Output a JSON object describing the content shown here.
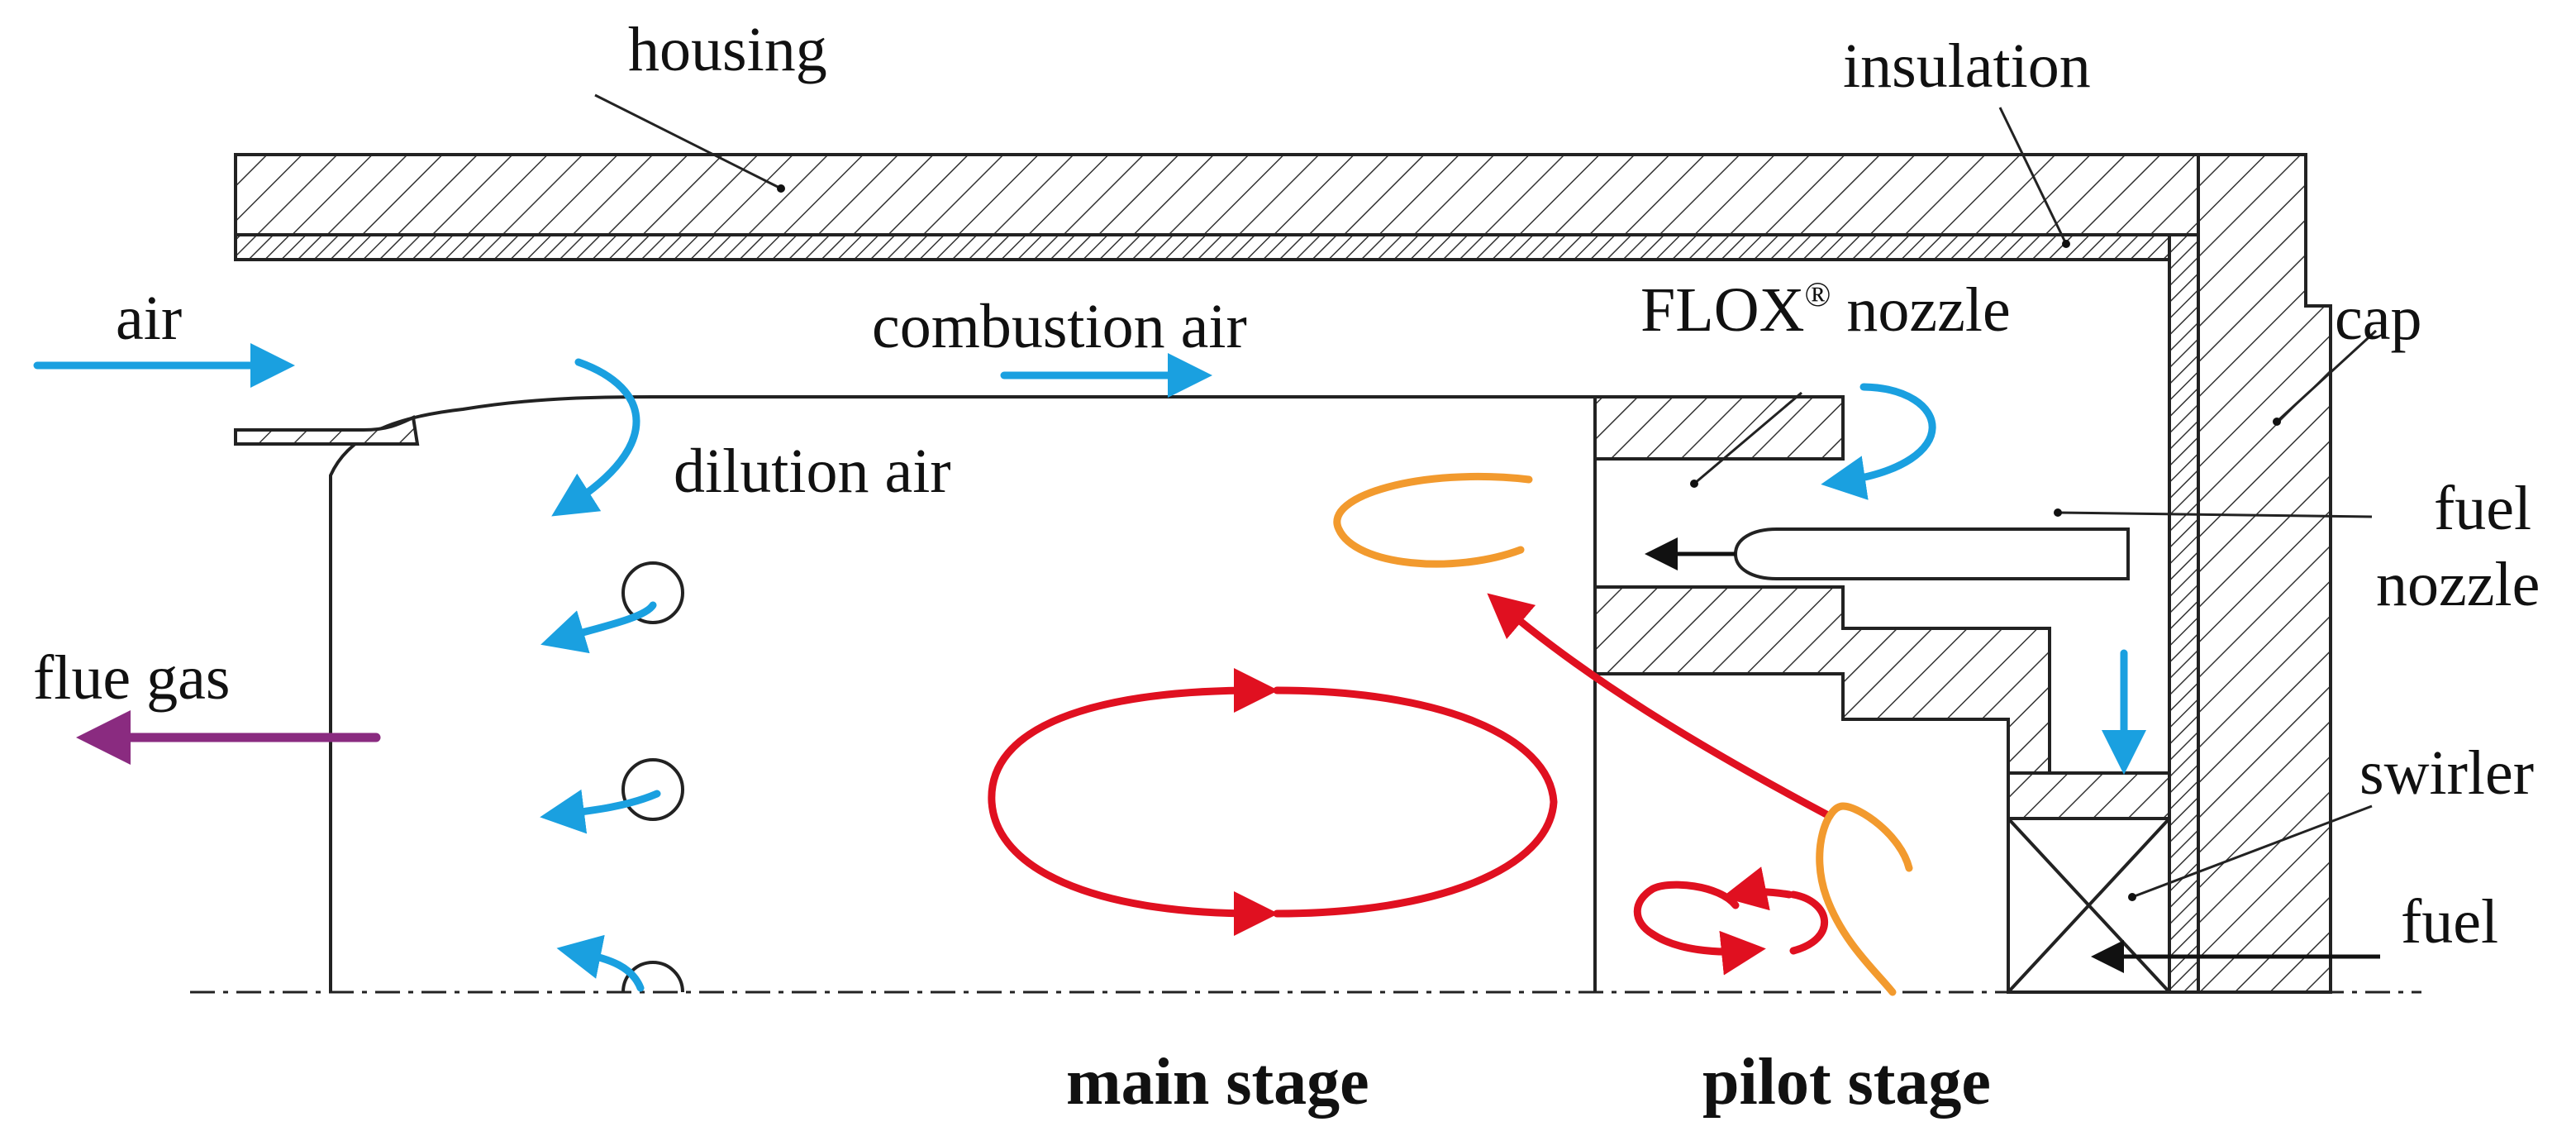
{
  "labels": {
    "housing": "housing",
    "insulation": "insulation",
    "air": "air",
    "combustion_air": "combustion air",
    "flox_nozzle_prefix": "FLOX",
    "flox_nozzle_reg": "®",
    "flox_nozzle_suffix": " nozzle",
    "cap": "cap",
    "dilution_air": "dilution air",
    "fuel_nozzle_line1": "fuel",
    "fuel_nozzle_line2": "nozzle",
    "flue_gas": "flue gas",
    "swirler": "swirler",
    "fuel": "fuel",
    "main_stage": "main stage",
    "pilot_stage": "pilot stage"
  },
  "colors": {
    "air_flow": "#1aa0e0",
    "recirculation": "#e01020",
    "flame": "#f29a2e",
    "flue_gas": "#8a2b80",
    "outline": "#222222"
  }
}
